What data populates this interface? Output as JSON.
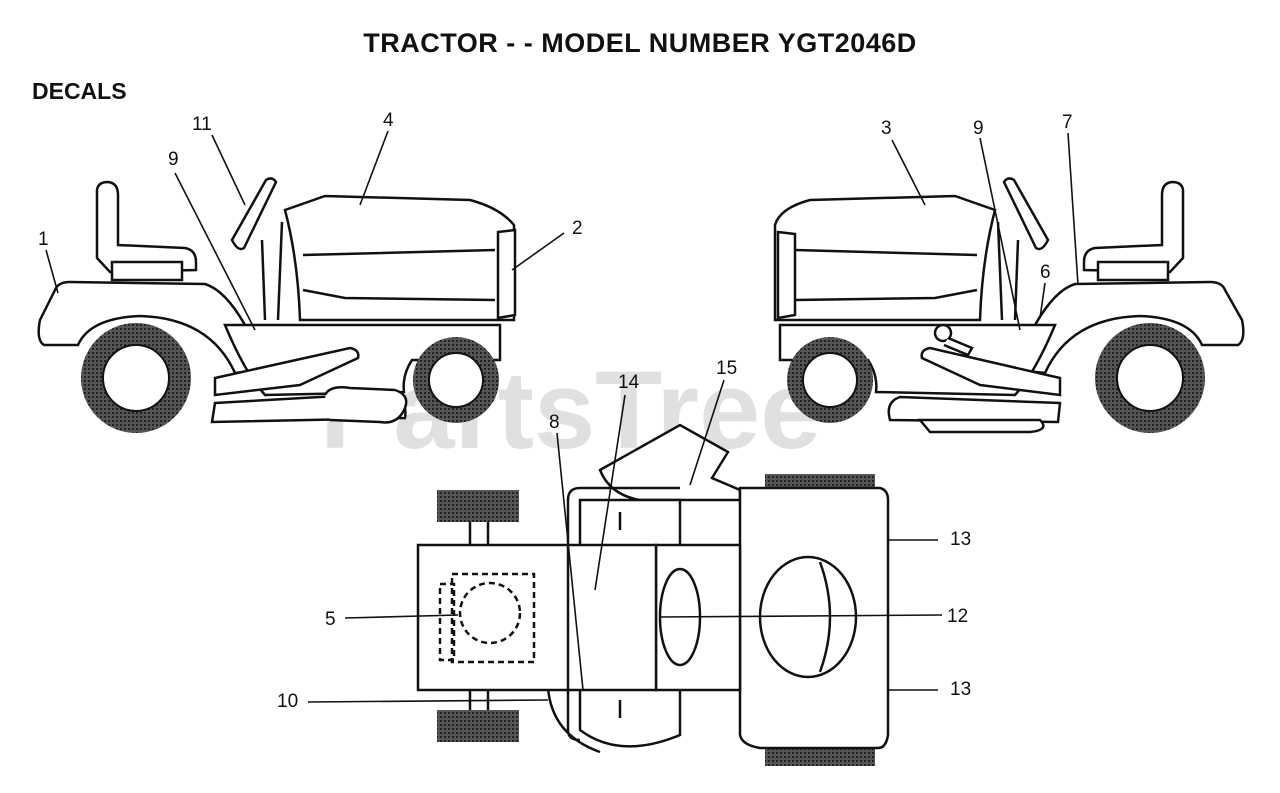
{
  "title": "TRACTOR - - MODEL NUMBER YGT2046D",
  "section": "DECALS",
  "watermark": "PartsTree",
  "callouts": {
    "c1": "1",
    "c2": "2",
    "c3": "3",
    "c4": "4",
    "c5": "5",
    "c6": "6",
    "c7": "7",
    "c8": "8",
    "c9a": "9",
    "c9b": "9",
    "c10": "10",
    "c11": "11",
    "c12": "12",
    "c13a": "13",
    "c13b": "13",
    "c14": "14",
    "c15": "15"
  },
  "colors": {
    "line": "#111111",
    "tire": "#444444",
    "watermark": "#c8c8c8"
  }
}
